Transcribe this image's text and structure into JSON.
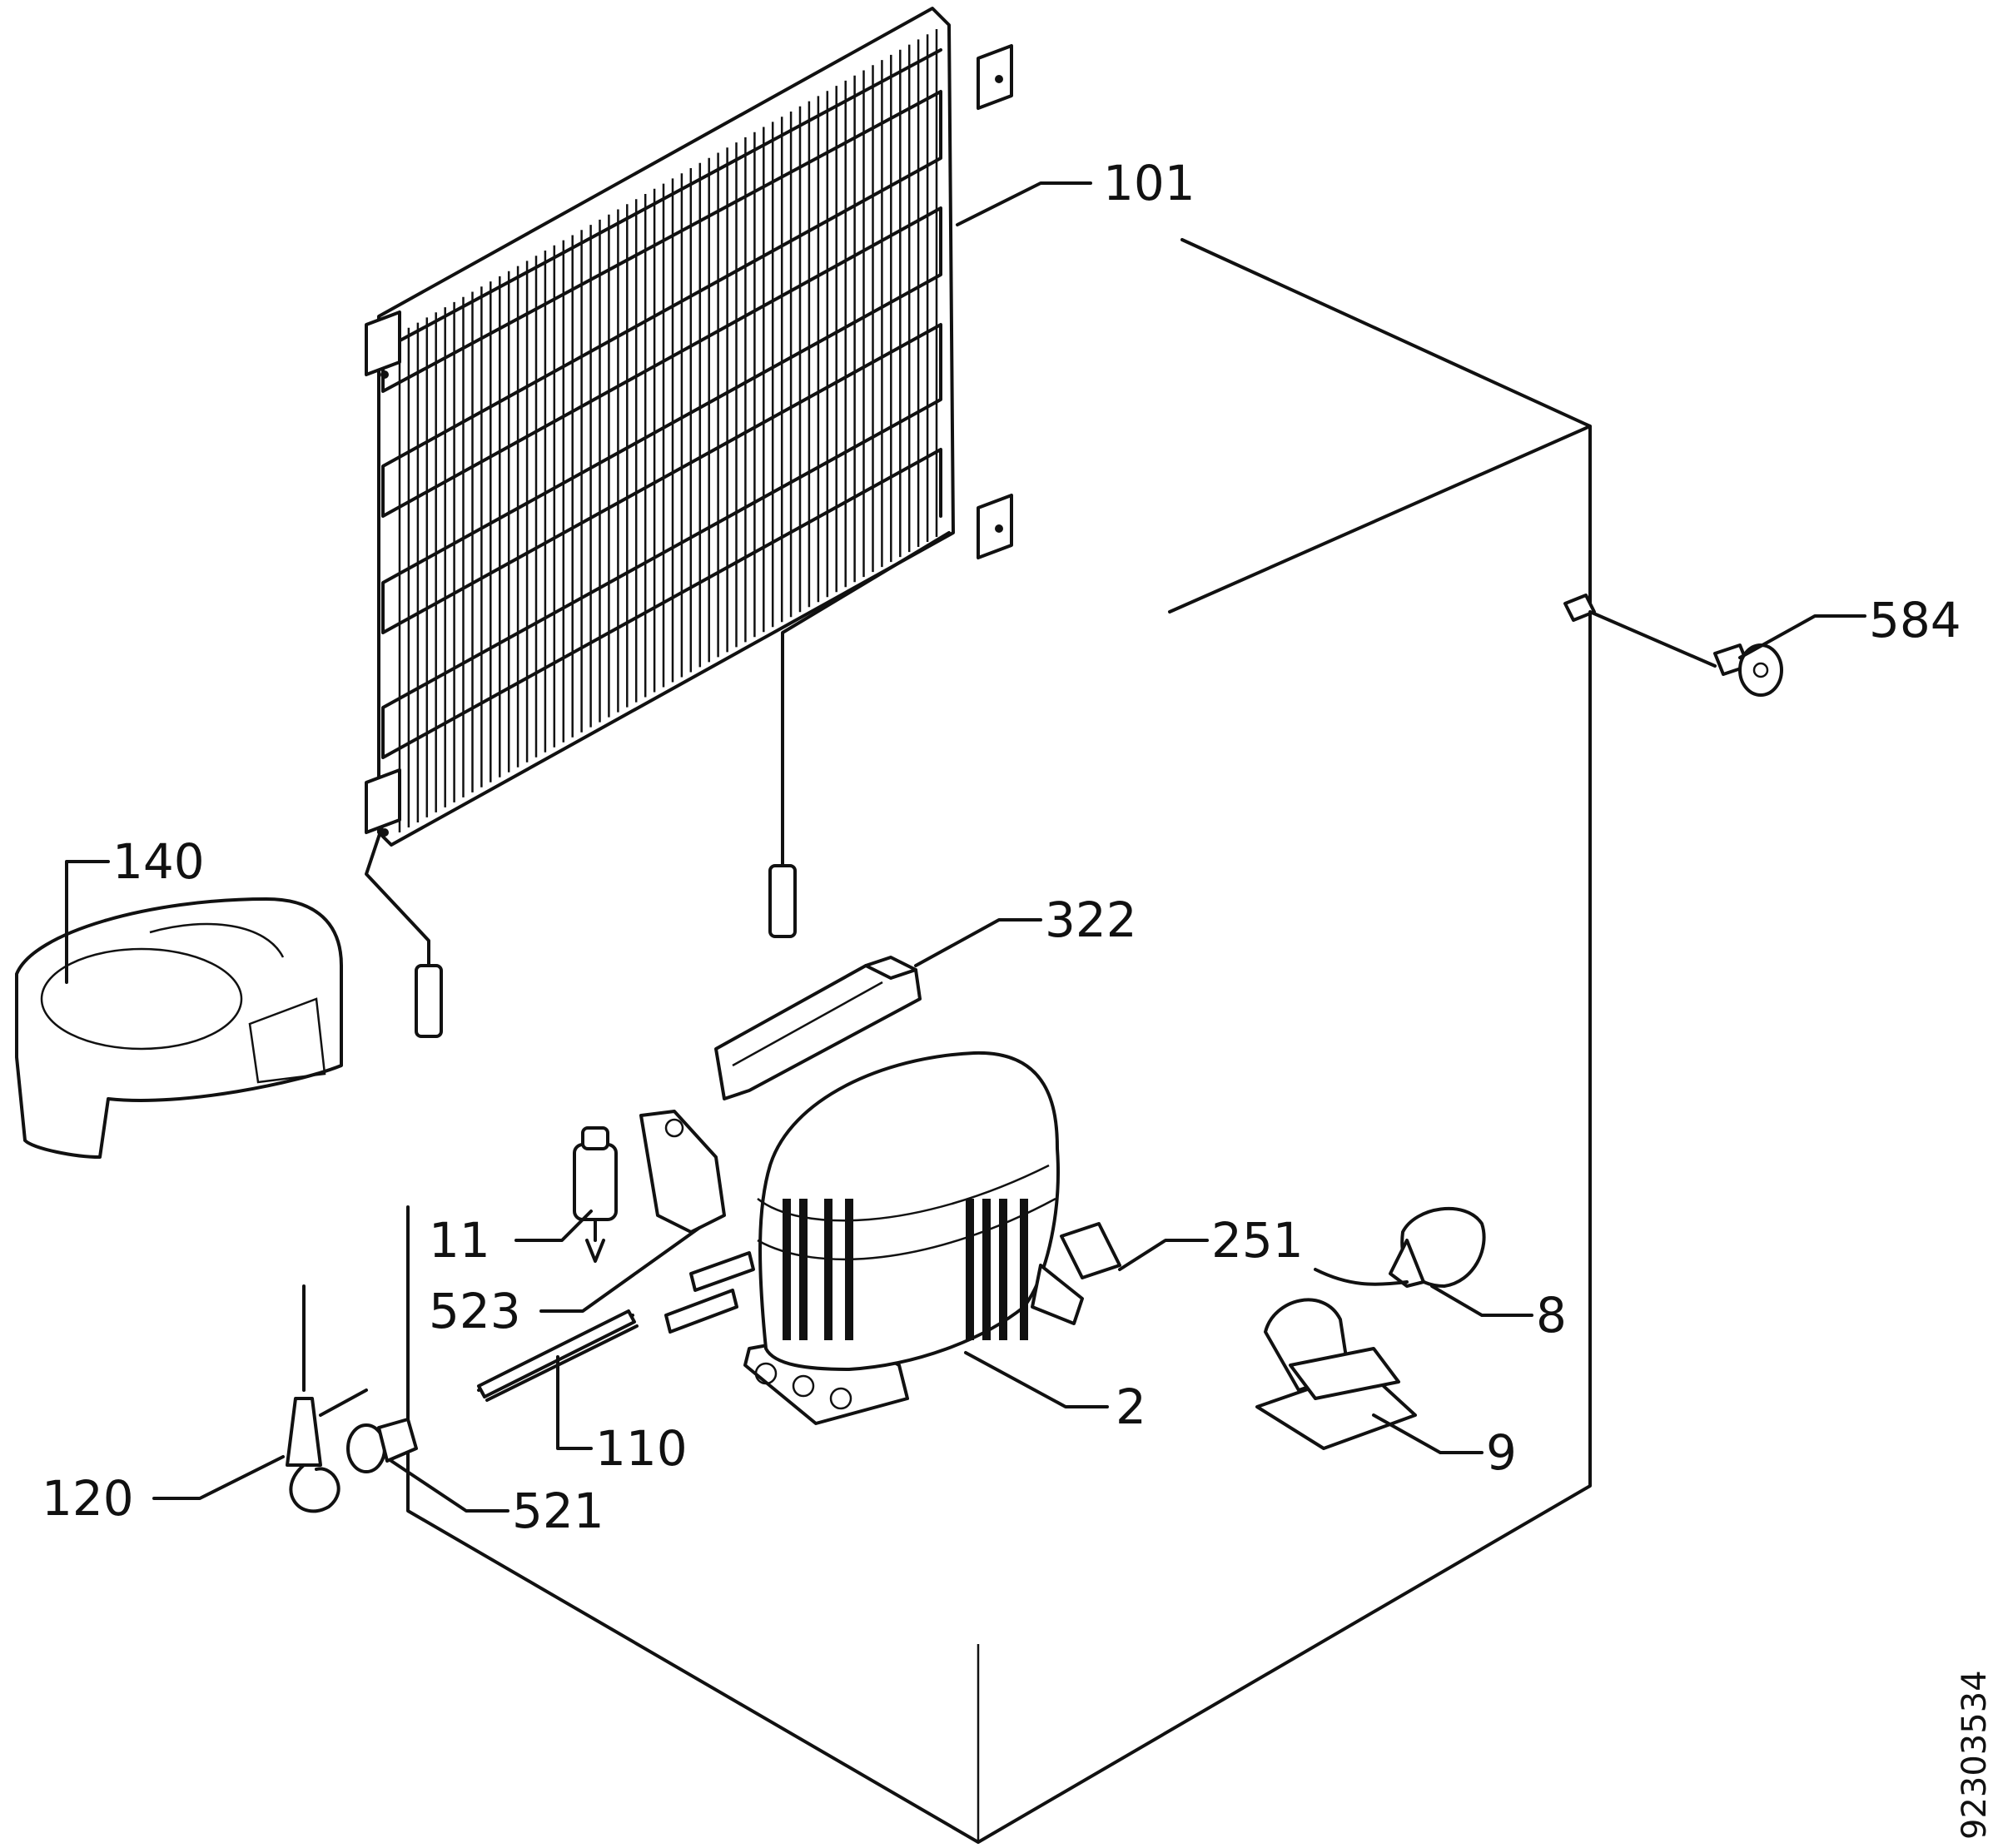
{
  "callouts": [
    {
      "id": "101",
      "label": "101"
    },
    {
      "id": "584",
      "label": "584"
    },
    {
      "id": "140",
      "label": "140"
    },
    {
      "id": "322",
      "label": "322"
    },
    {
      "id": "11",
      "label": "11"
    },
    {
      "id": "251",
      "label": "251"
    },
    {
      "id": "523",
      "label": "523"
    },
    {
      "id": "8",
      "label": "8"
    },
    {
      "id": "2",
      "label": "2"
    },
    {
      "id": "110",
      "label": "110"
    },
    {
      "id": "9",
      "label": "9"
    },
    {
      "id": "120",
      "label": "120"
    },
    {
      "id": "521",
      "label": "521"
    }
  ],
  "document_number": "92303534"
}
